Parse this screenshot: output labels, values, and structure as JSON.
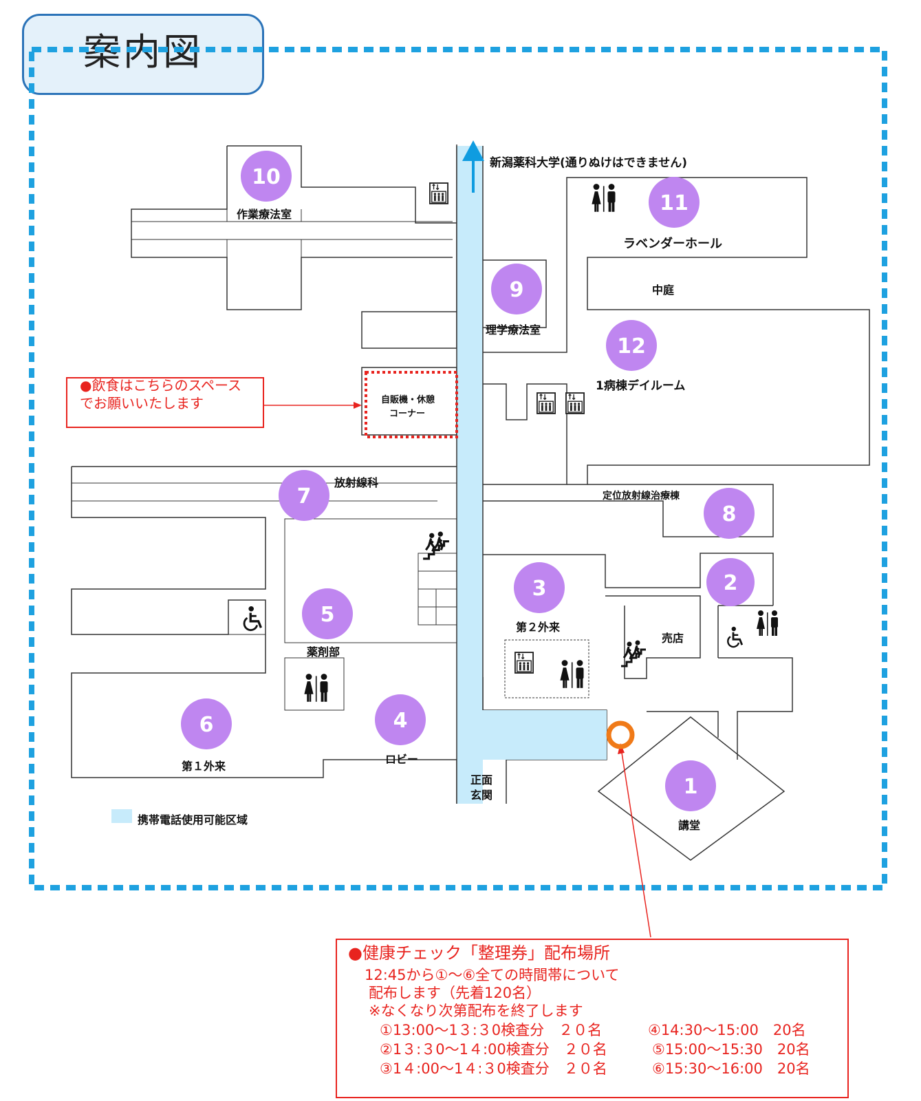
{
  "title": "案内図",
  "accent_colors": {
    "frame": "#1ea1e0",
    "badge": "#bf86f0",
    "corridor": "#c7ebfb",
    "arrow": "#0f9ce0",
    "note_red": "#e8231e",
    "marker": "#f07a18"
  },
  "labels": {
    "university": "新潟薬科大学(通りぬけはできません)",
    "room10": "作業療法室",
    "room11": "ラベンダーホール",
    "courtyard": "中庭",
    "room9": "理学療法室",
    "room12": "1病棟デイルーム",
    "vending_line1": "自販機・休憩",
    "vending_line2": "コーナー",
    "room7": "放射線科",
    "room8": "定位放射線治療棟",
    "room3": "第２外来",
    "shop": "売店",
    "room5": "薬剤部",
    "room6": "第１外来",
    "room4": "ロビー",
    "entrance_line1": "正面",
    "entrance_line2": "玄関",
    "room1": "講堂",
    "legend": "携帯電話使用可能区域"
  },
  "badges": [
    "1",
    "2",
    "3",
    "4",
    "5",
    "6",
    "7",
    "8",
    "9",
    "10",
    "11",
    "12"
  ],
  "eating_note": "●飲食はこちらのスペースでお願いいたします",
  "ticket": {
    "heading": "●健康チェック「整理券」配布場所",
    "line1": "12:45から①～⑥全ての時間帯について",
    "line2": "配布します（先着120名）",
    "line3": "※なくなり次第配布を終了します",
    "slot1": "①13:00～1３:３0検査分　２０名",
    "slot2": "②1３:３0～1４:00検査分　２０名",
    "slot3": "③1４:00～1４:３0検査分　２０名",
    "slot4": "④14:30～15:00　20名",
    "slot5": "⑤15:00～15:30　20名",
    "slot6": "⑥15:30～16:00　20名"
  },
  "icons": [
    "restroom-icon",
    "elevator-icon",
    "stairs-icon",
    "wheelchair-icon",
    "up-arrow-icon",
    "location-marker-icon"
  ]
}
